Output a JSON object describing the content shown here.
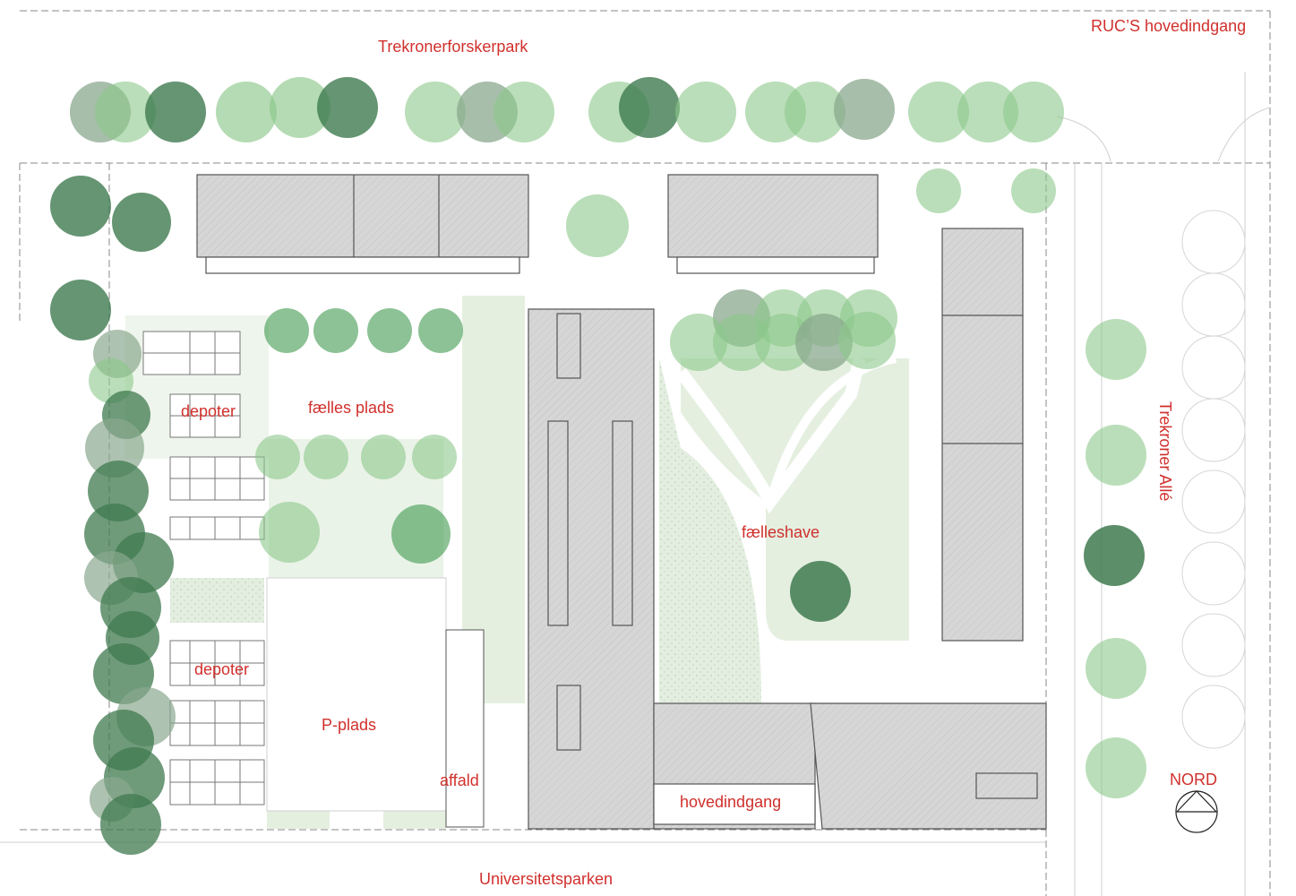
{
  "labels": {
    "trekronerforskerpark": "Trekronerforskerpark",
    "ruc_hovedindgang": "RUC’S hovedindgang",
    "trekroner_alle": "Trekroner Allé",
    "depoter_top": "depoter",
    "faelles_plads": "fælles plads",
    "faelleshave": "fælleshave",
    "depoter_bottom": "depoter",
    "p_plads": "P-plads",
    "affald": "affald",
    "hovedindgang": "hovedindgang",
    "nord": "NORD",
    "universitetsparken": "Universitetsparken"
  },
  "colors": {
    "label": "#d0302c",
    "tree_light": "#8cc88a",
    "tree_mid": "#8aa88e",
    "tree_dark": "#3f7a4f",
    "building": "#d9d9d9",
    "building_stroke": "#555555",
    "green_area": "#e4efe0"
  }
}
